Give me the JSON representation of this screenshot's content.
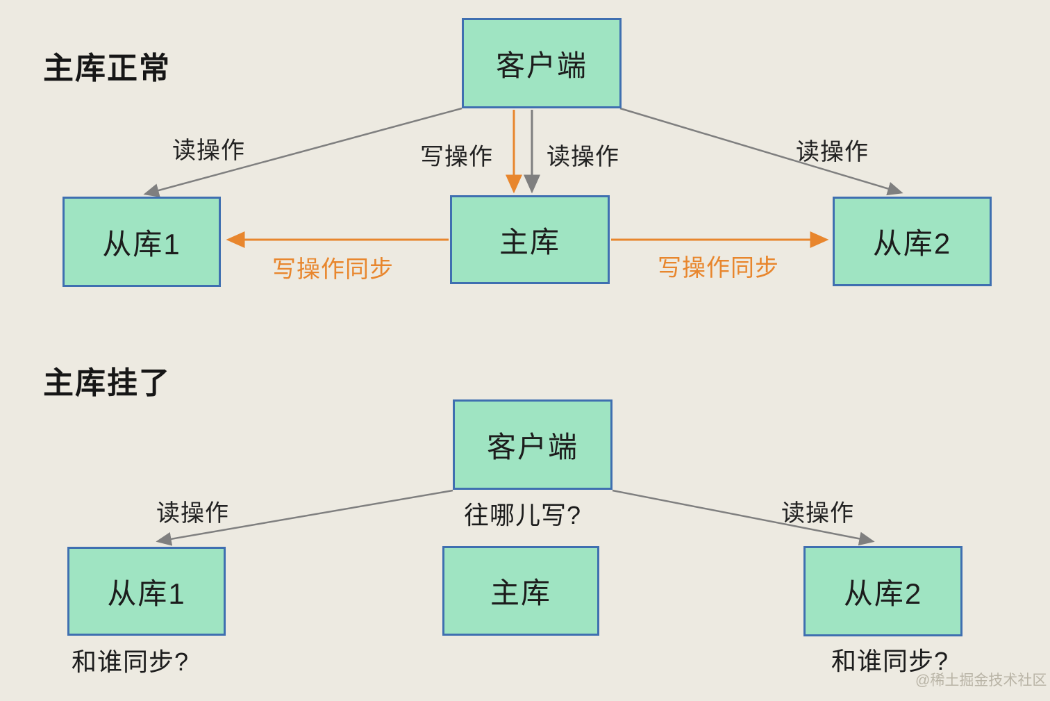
{
  "diagram": {
    "normal": {
      "title": "主库正常",
      "nodes": {
        "client": "客户端",
        "master": "主库",
        "slave1": "从库1",
        "slave2": "从库2"
      },
      "labels": {
        "read_left": "读操作",
        "write_center": "写操作",
        "read_center": "读操作",
        "read_right": "读操作",
        "sync_left": "写操作同步",
        "sync_right": "写操作同步"
      }
    },
    "down": {
      "title": "主库挂了",
      "nodes": {
        "client": "客户端",
        "master": "主库",
        "slave1": "从库1",
        "slave2": "从库2"
      },
      "labels": {
        "read_left": "读操作",
        "write_question": "往哪儿写?",
        "read_right": "读操作",
        "sync_question_left": "和谁同步?",
        "sync_question_right": "和谁同步?"
      }
    },
    "watermark": "@稀土掘金技术社区",
    "colors": {
      "background": "#EDEAE1",
      "node_fill": "#9FE4C2",
      "node_border": "#3F6FB0",
      "arrow_gray": "#7F7F7F",
      "arrow_orange": "#E8862D"
    }
  }
}
